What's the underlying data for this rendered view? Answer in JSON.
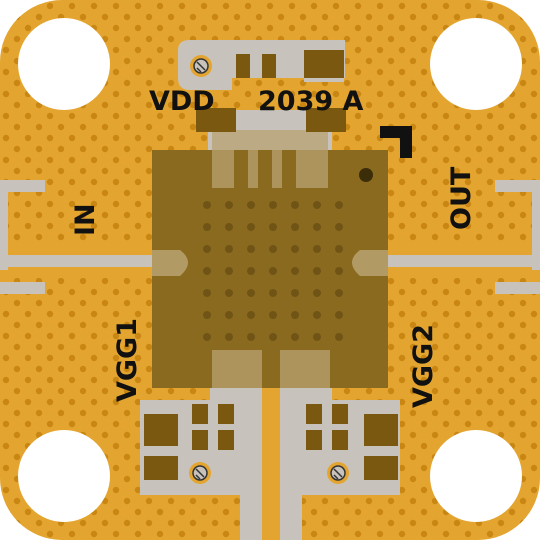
{
  "labels": {
    "vdd": "VDD",
    "part_number": "2039 A",
    "input": "IN",
    "output": "OUT",
    "vgg1": "VGG1",
    "vgg2": "VGG2"
  },
  "colors": {
    "copper": "#E3A52F",
    "copper_dots": "#C98612",
    "trace": "#C7C3BC",
    "chip": "#8A6A1E",
    "chip_dots": "#6F5415",
    "hole": "#FFFFFF",
    "component": "#7A5810",
    "silk": "#111111"
  },
  "icons": {
    "pin1_marker": "corner-bracket-icon",
    "via": "via-icon",
    "mounting_hole": "mounting-hole-icon"
  }
}
